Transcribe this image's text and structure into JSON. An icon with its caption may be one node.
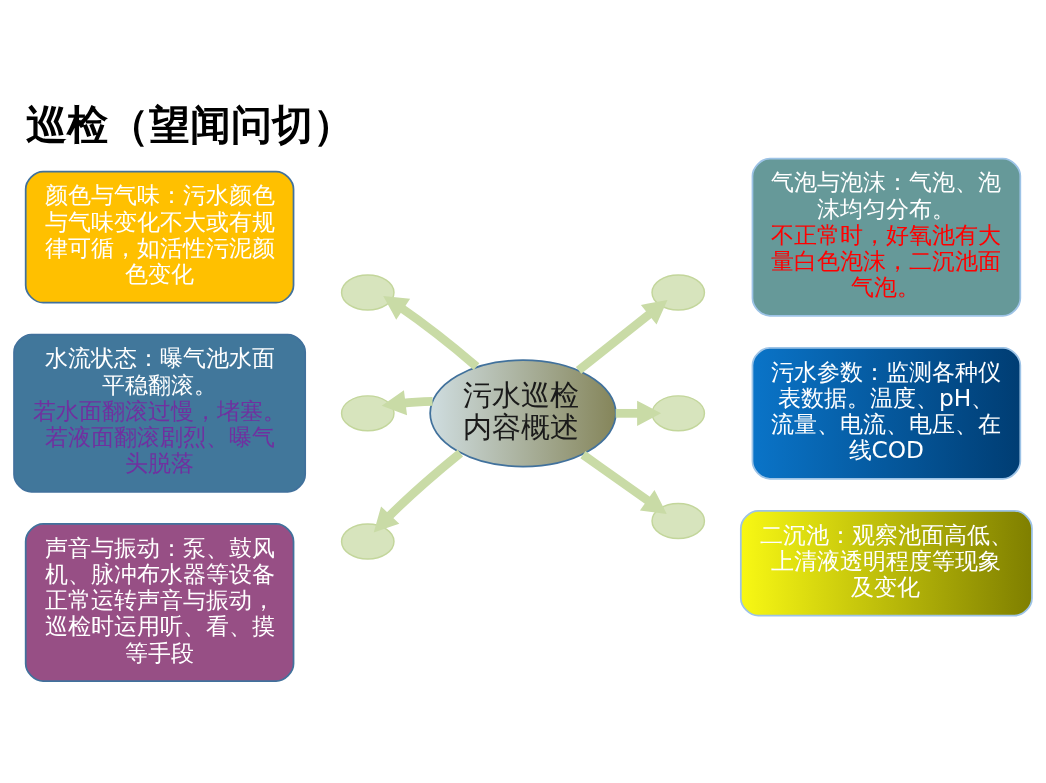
{
  "diagram": {
    "title": "巡检（望闻问切）",
    "nodes": [
      {
        "text": [
          "颜色与气味：污水颜色与气味变化不大或有规律可循，如活性污泥颜色变化"
        ]
      },
      {
        "text": [
          "气泡与泡沫：气泡、泡沫均匀分布。",
          "不正常时，好氧池有大量白色泡沫，二沉池面气泡。"
        ]
      },
      {
        "text": [
          "水流状态：曝气池水面平稳翻滚。",
          "若水面翻滚过慢，堵塞。若液面翻滚剧烈、曝气头脱落"
        ]
      },
      {
        "text": [
          "污水巡检内容概述"
        ]
      },
      {
        "text": [
          "污水参数：监测各种仪表数据。温度、pH、流量、电流、电压、在线COD"
        ]
      },
      {
        "text": [
          "声音与振动：泵、鼓风机、脉冲布水器等设备正常运转声音与振动，巡检时运用听、看、摸等手段"
        ]
      },
      {
        "text": [
          "二沉池：观察池面高低、上清液透明程度等现象及变化"
        ]
      },
      {
        "text": [],
        "shape": "circle"
      },
      {
        "text": [],
        "shape": "circle"
      },
      {
        "text": [],
        "shape": "circle"
      },
      {
        "text": [],
        "shape": "circle"
      },
      {
        "text": [],
        "shape": "circle"
      },
      {
        "text": [],
        "shape": "circle"
      }
    ],
    "edges": [
      {
        "from": 3,
        "to": 7,
        "arrow": "to"
      },
      {
        "from": 3,
        "to": 8,
        "arrow": "to"
      },
      {
        "from": 3,
        "to": 9,
        "arrow": "to"
      },
      {
        "from": 3,
        "to": 10,
        "arrow": "to"
      },
      {
        "from": 3,
        "to": 11,
        "arrow": "to"
      },
      {
        "from": 3,
        "to": 12,
        "arrow": "to"
      }
    ]
  }
}
